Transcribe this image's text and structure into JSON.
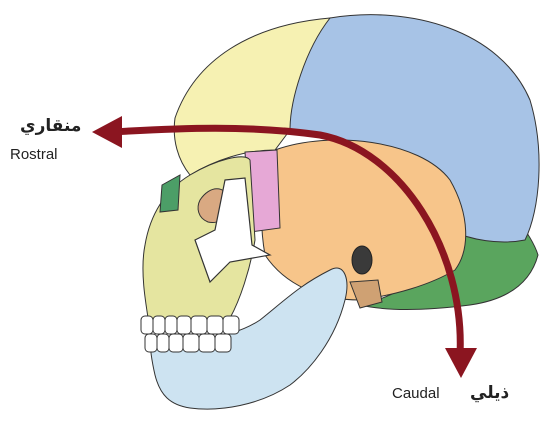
{
  "labels": {
    "rostral_ar": "منقاري",
    "rostral_en": "Rostral",
    "caudal_en": "Caudal",
    "caudal_ar": "ذيلي"
  },
  "colors": {
    "arrow": "#8b1520",
    "parietal": "#a7c3e6",
    "frontal": "#f6f1b2",
    "temporal": "#f7c58a",
    "occipital": "#5aa55e",
    "sphenoid": "#e6a8d6",
    "zygomatic": "#ffffff",
    "maxilla": "#e5e5a0",
    "mandible": "#cde3f1",
    "nasal": "#4c9e67"
  }
}
